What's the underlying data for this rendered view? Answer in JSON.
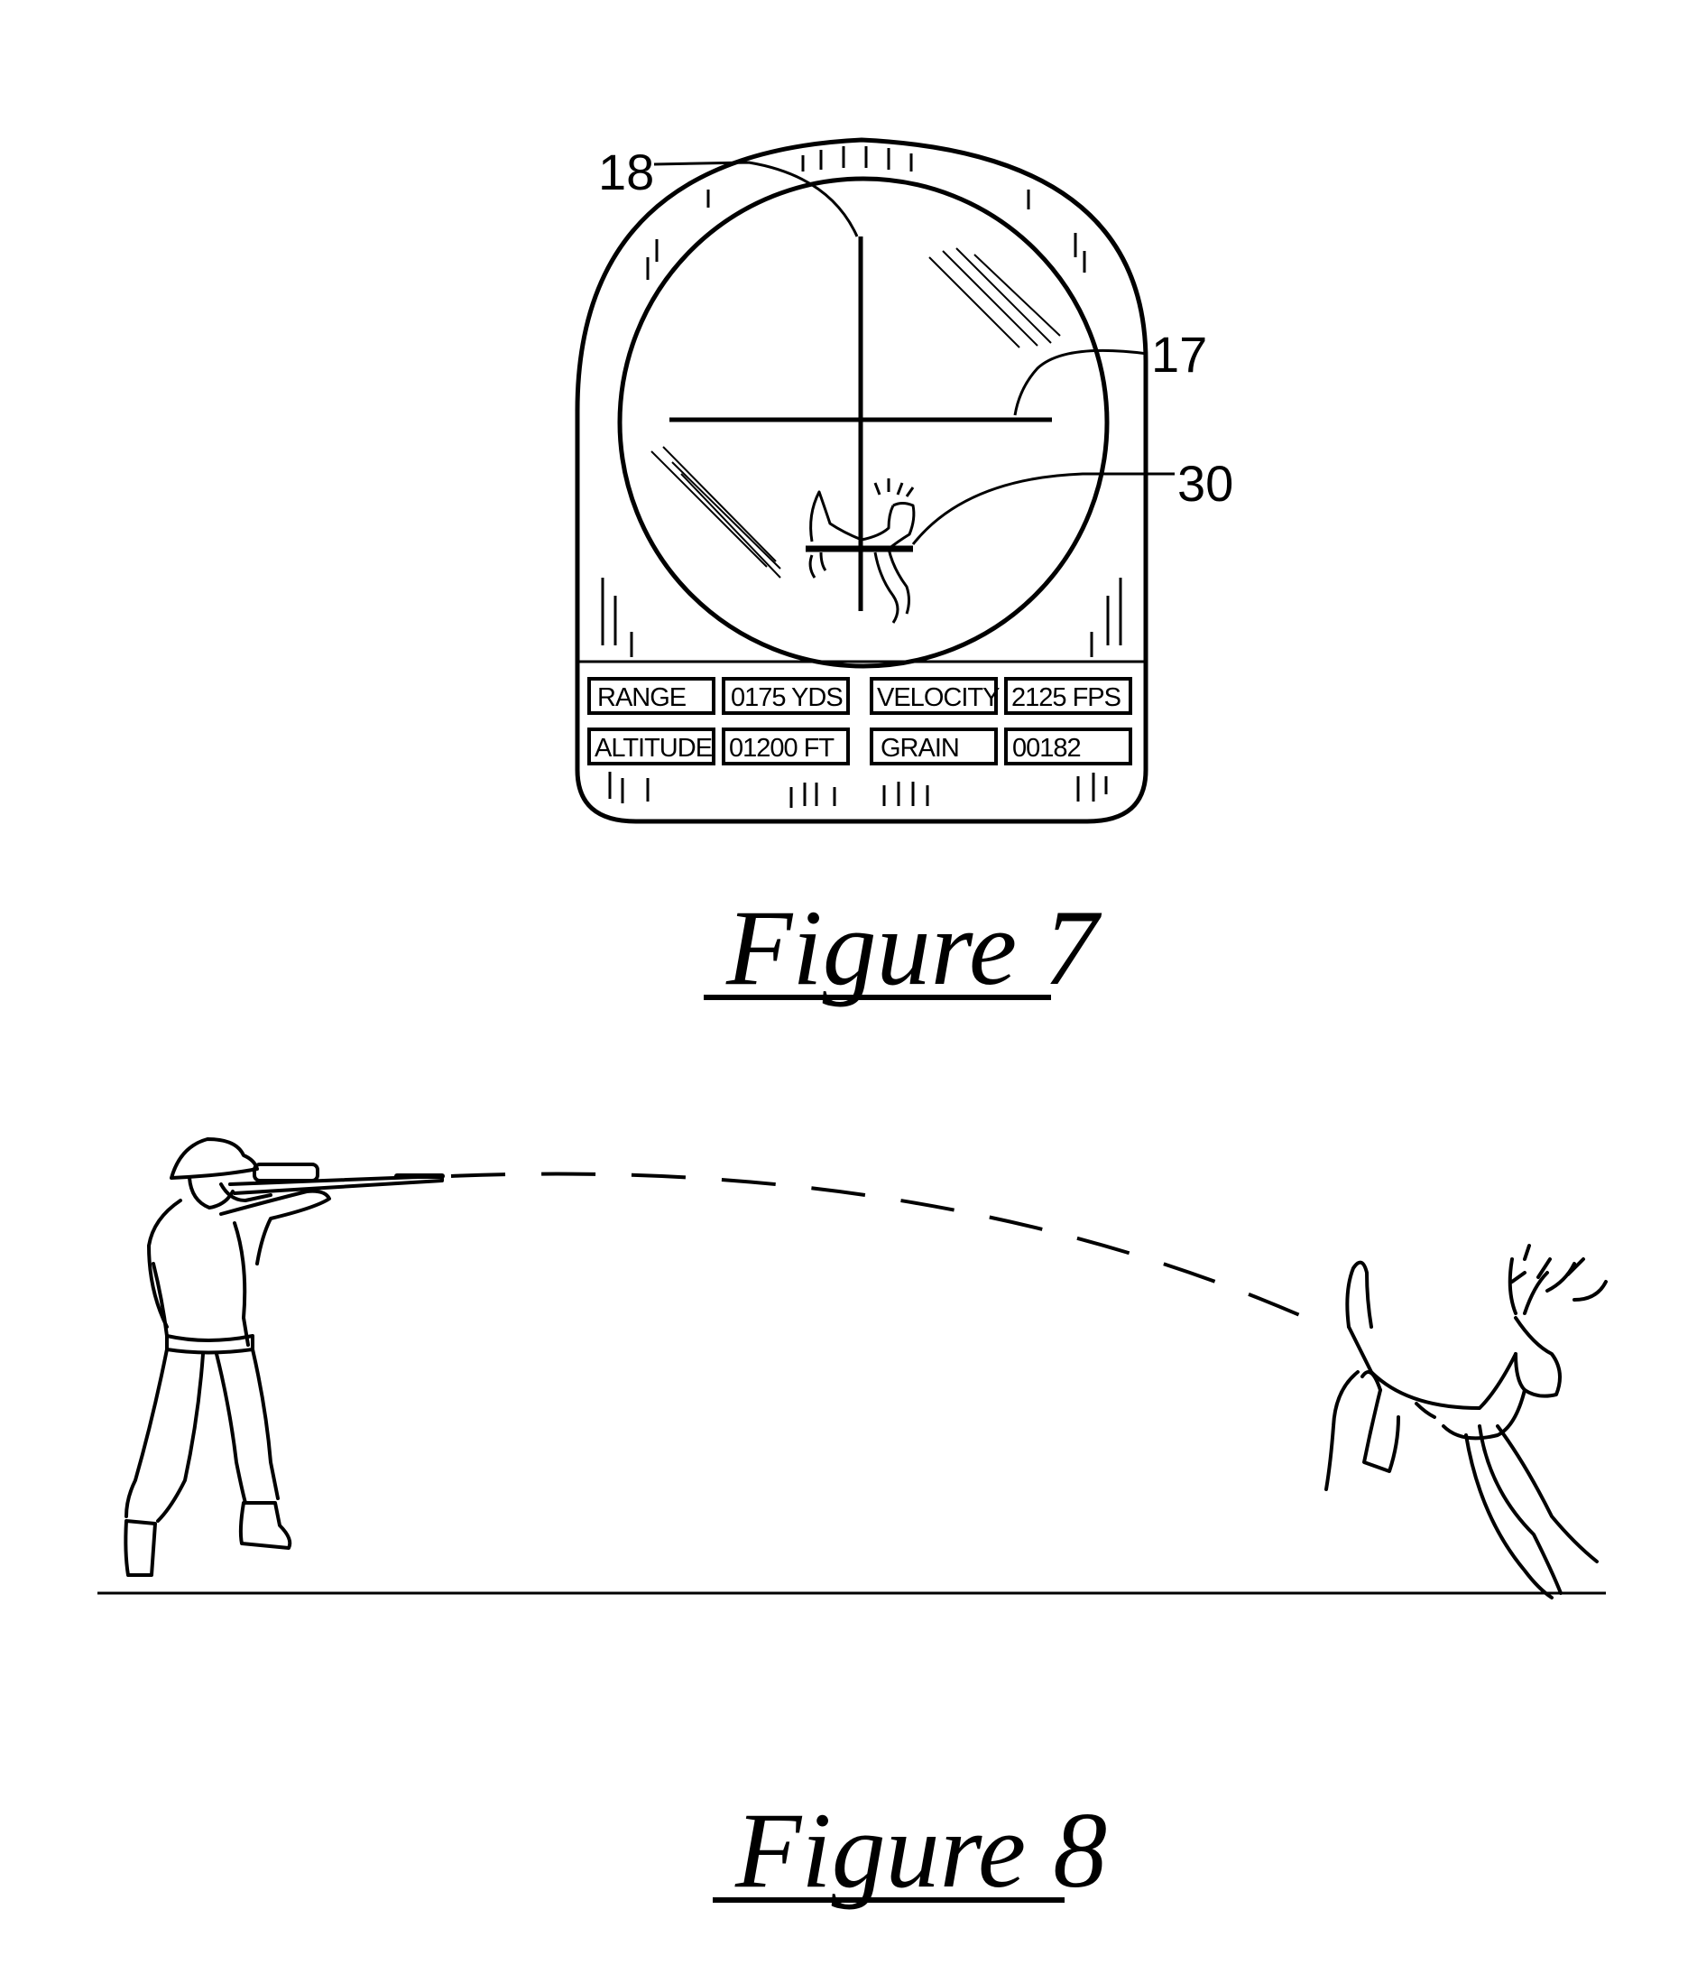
{
  "figure7": {
    "caption": "Figure 7",
    "reference_numerals": {
      "crosshair": "18",
      "reticle": "17",
      "target": "30"
    },
    "display_cells": [
      {
        "label": "RANGE",
        "value": "0175 YDS"
      },
      {
        "label": "VELOCITY",
        "value": "2125 FPS"
      },
      {
        "label": "ALTITUDE",
        "value": "01200 FT"
      },
      {
        "label": "GRAIN",
        "value": "00182"
      }
    ]
  },
  "figure8": {
    "caption": "Figure 8"
  }
}
